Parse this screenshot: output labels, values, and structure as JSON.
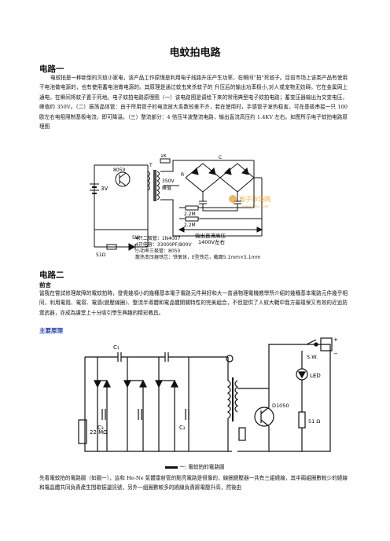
{
  "doc": {
    "title": "电蚊拍电路",
    "section1": {
      "heading": "电路一",
      "paragraph": "电蚊拍是一种新型的灭蚊小家电，该产品工作原理是利用电子线路升压产生功率，在瞬间“拍”死蚊子。目前市场上该类产品有使用干电池做电源的，也有使用蓄电池做电源的。其原理是通过蚊虫来杀蚊子的 升压后的输出功率极小,对人或宠物无妨碍。它在金属网上通电，在瞬间将蚊子置于死地。电子蚊拍电路原理图（一）该电路图是调绘下来的常用典型电子蚊拍电路；蓄变压器输出为交变电压，峰值约 350V。（二）振荡晶体管：由于所用管子的电流放大系数较差不齐，若在使用时，手感管子发热稳害，可在基极串接一只 100 欧左右电阻限制基极电流，即可降温。（三）整流部分：4 倍压半波整流电路，输出直流高压约 1.4KV 左右。如图所示电子蚊拍电路原理图"
    },
    "schematic1": {
      "labels": {
        "transistor": "8050",
        "supply": "3V",
        "transformer_tag": "T",
        "tap_k": "1K",
        "output_voltage": "350V",
        "output_note": "峰值",
        "resistor_r": "R",
        "cap_c": "C",
        "resistor_51": "51Ω",
        "resistor_2m_a": "2.2M",
        "resistor_2m_b": "2.2M",
        "output_label": "输出直流高压",
        "output_level": "1400V左右",
        "sw": "SW"
      },
      "notes": [
        "4只二极管：1N4007",
        "4只电容：33000PF/800V",
        "小功率三极管：8050",
        "散热变压器铁芯：铁氧体，E型铁芯，截面5.1mm×5.1mm"
      ],
      "watermark_main": "电子市场网",
      "watermark_sub": "www.dzsc.com"
    },
    "section2": {
      "heading": "电路二",
      "preface_heading": "前言",
      "preface": "當我在嘗試修理故障的電蚊拍時，發覺幾項小的幾種基本電子電路元件與好和大一普通物理電機教學所介紹的幾種基本電路元件幾乎相同，利用電阻、電容、電感(變壓線圈)、整流半導體和電晶體開關特性的完美組合，不但提供了人蚊大戰中我方最環保又有效的近追防禦武器，亦成為課堂上十分吸引學生興趣的精彩教具。",
      "main_heading": "主要原理"
    },
    "schematic2": {
      "labels": {
        "c_top": "C₁",
        "c_mid": "C₂",
        "c_low": "C₃",
        "r22": "22 MΩ",
        "switch": "S.W.",
        "led": "LED",
        "transistor": "D1050",
        "r51": "51 Ω",
        "battery_plus": "+",
        "battery_minus": "−"
      },
      "caption": "一: 電蚊拍的電路圖"
    },
    "closing": "先看電蚊拍的電路圖（如圖一），這和 He-Ne 氣體雷射管的點亮電路是很像的，線圈變壓器一共有三組繞線，其中兩組圈數較少的繞線和電晶體共同負責產生間歇振盪訊號，另外一組圈數較多的繞線負責將電壓升高，然後由"
  }
}
